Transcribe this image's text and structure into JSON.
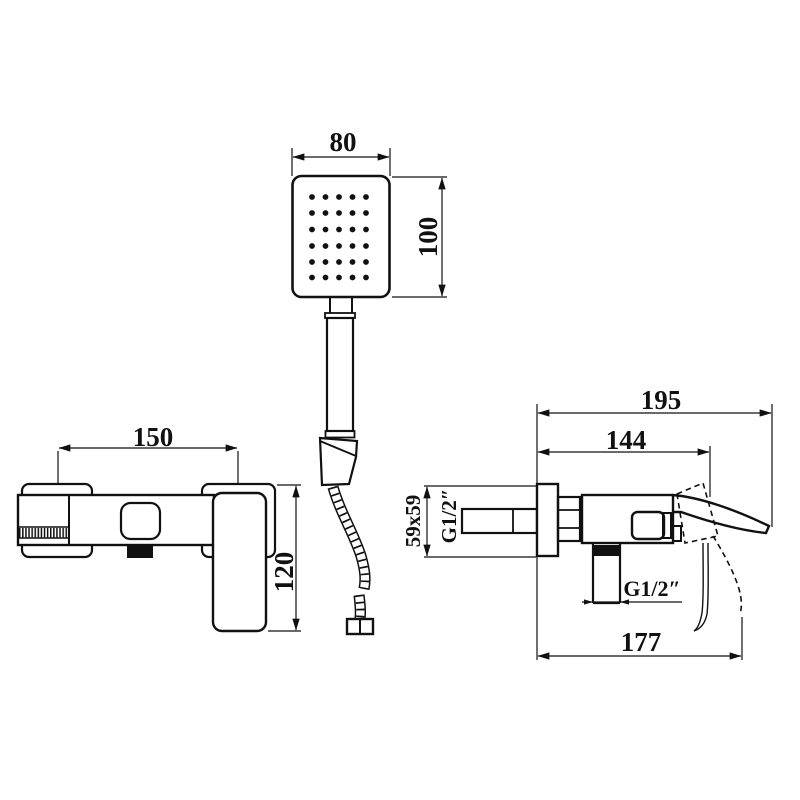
{
  "meta": {
    "type": "technical-dimension-drawing",
    "subject": "wall-mounted waterfall shower mixer with square hand shower",
    "background_color": "#ffffff",
    "line_color": "#111111"
  },
  "labels": {
    "hand_shower_width": "80",
    "hand_shower_height": "100",
    "front_center_distance": "150",
    "front_handle_height": "120",
    "side_total_depth": "195",
    "side_body_depth": "144",
    "side_flange_size": "59x59",
    "side_inlet_thread": "G1/2″",
    "side_outlet_thread": "G1/2″",
    "side_bottom_depth": "177"
  }
}
